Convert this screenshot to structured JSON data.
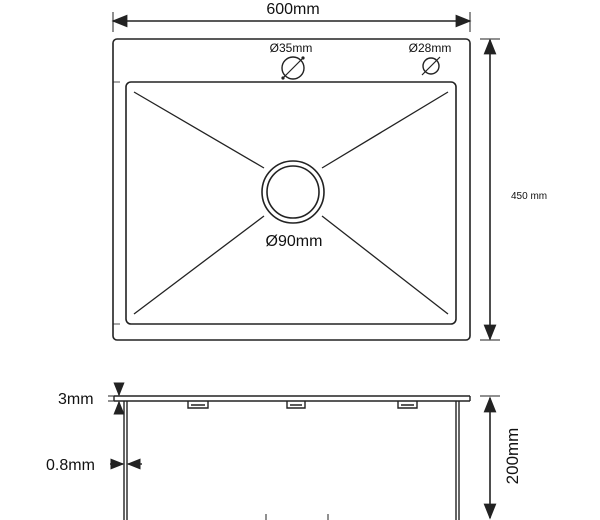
{
  "top_view": {
    "width_label": "600mm",
    "depth_label": "450 mm",
    "hole_left_label": "Ø35mm",
    "hole_right_label": "Ø28mm",
    "drain_label": "Ø90mm"
  },
  "side_view": {
    "rim_label": "3mm",
    "wall_label": "0.8mm",
    "height_label": "200mm"
  },
  "colors": {
    "line": "#222222",
    "background": "#ffffff"
  }
}
